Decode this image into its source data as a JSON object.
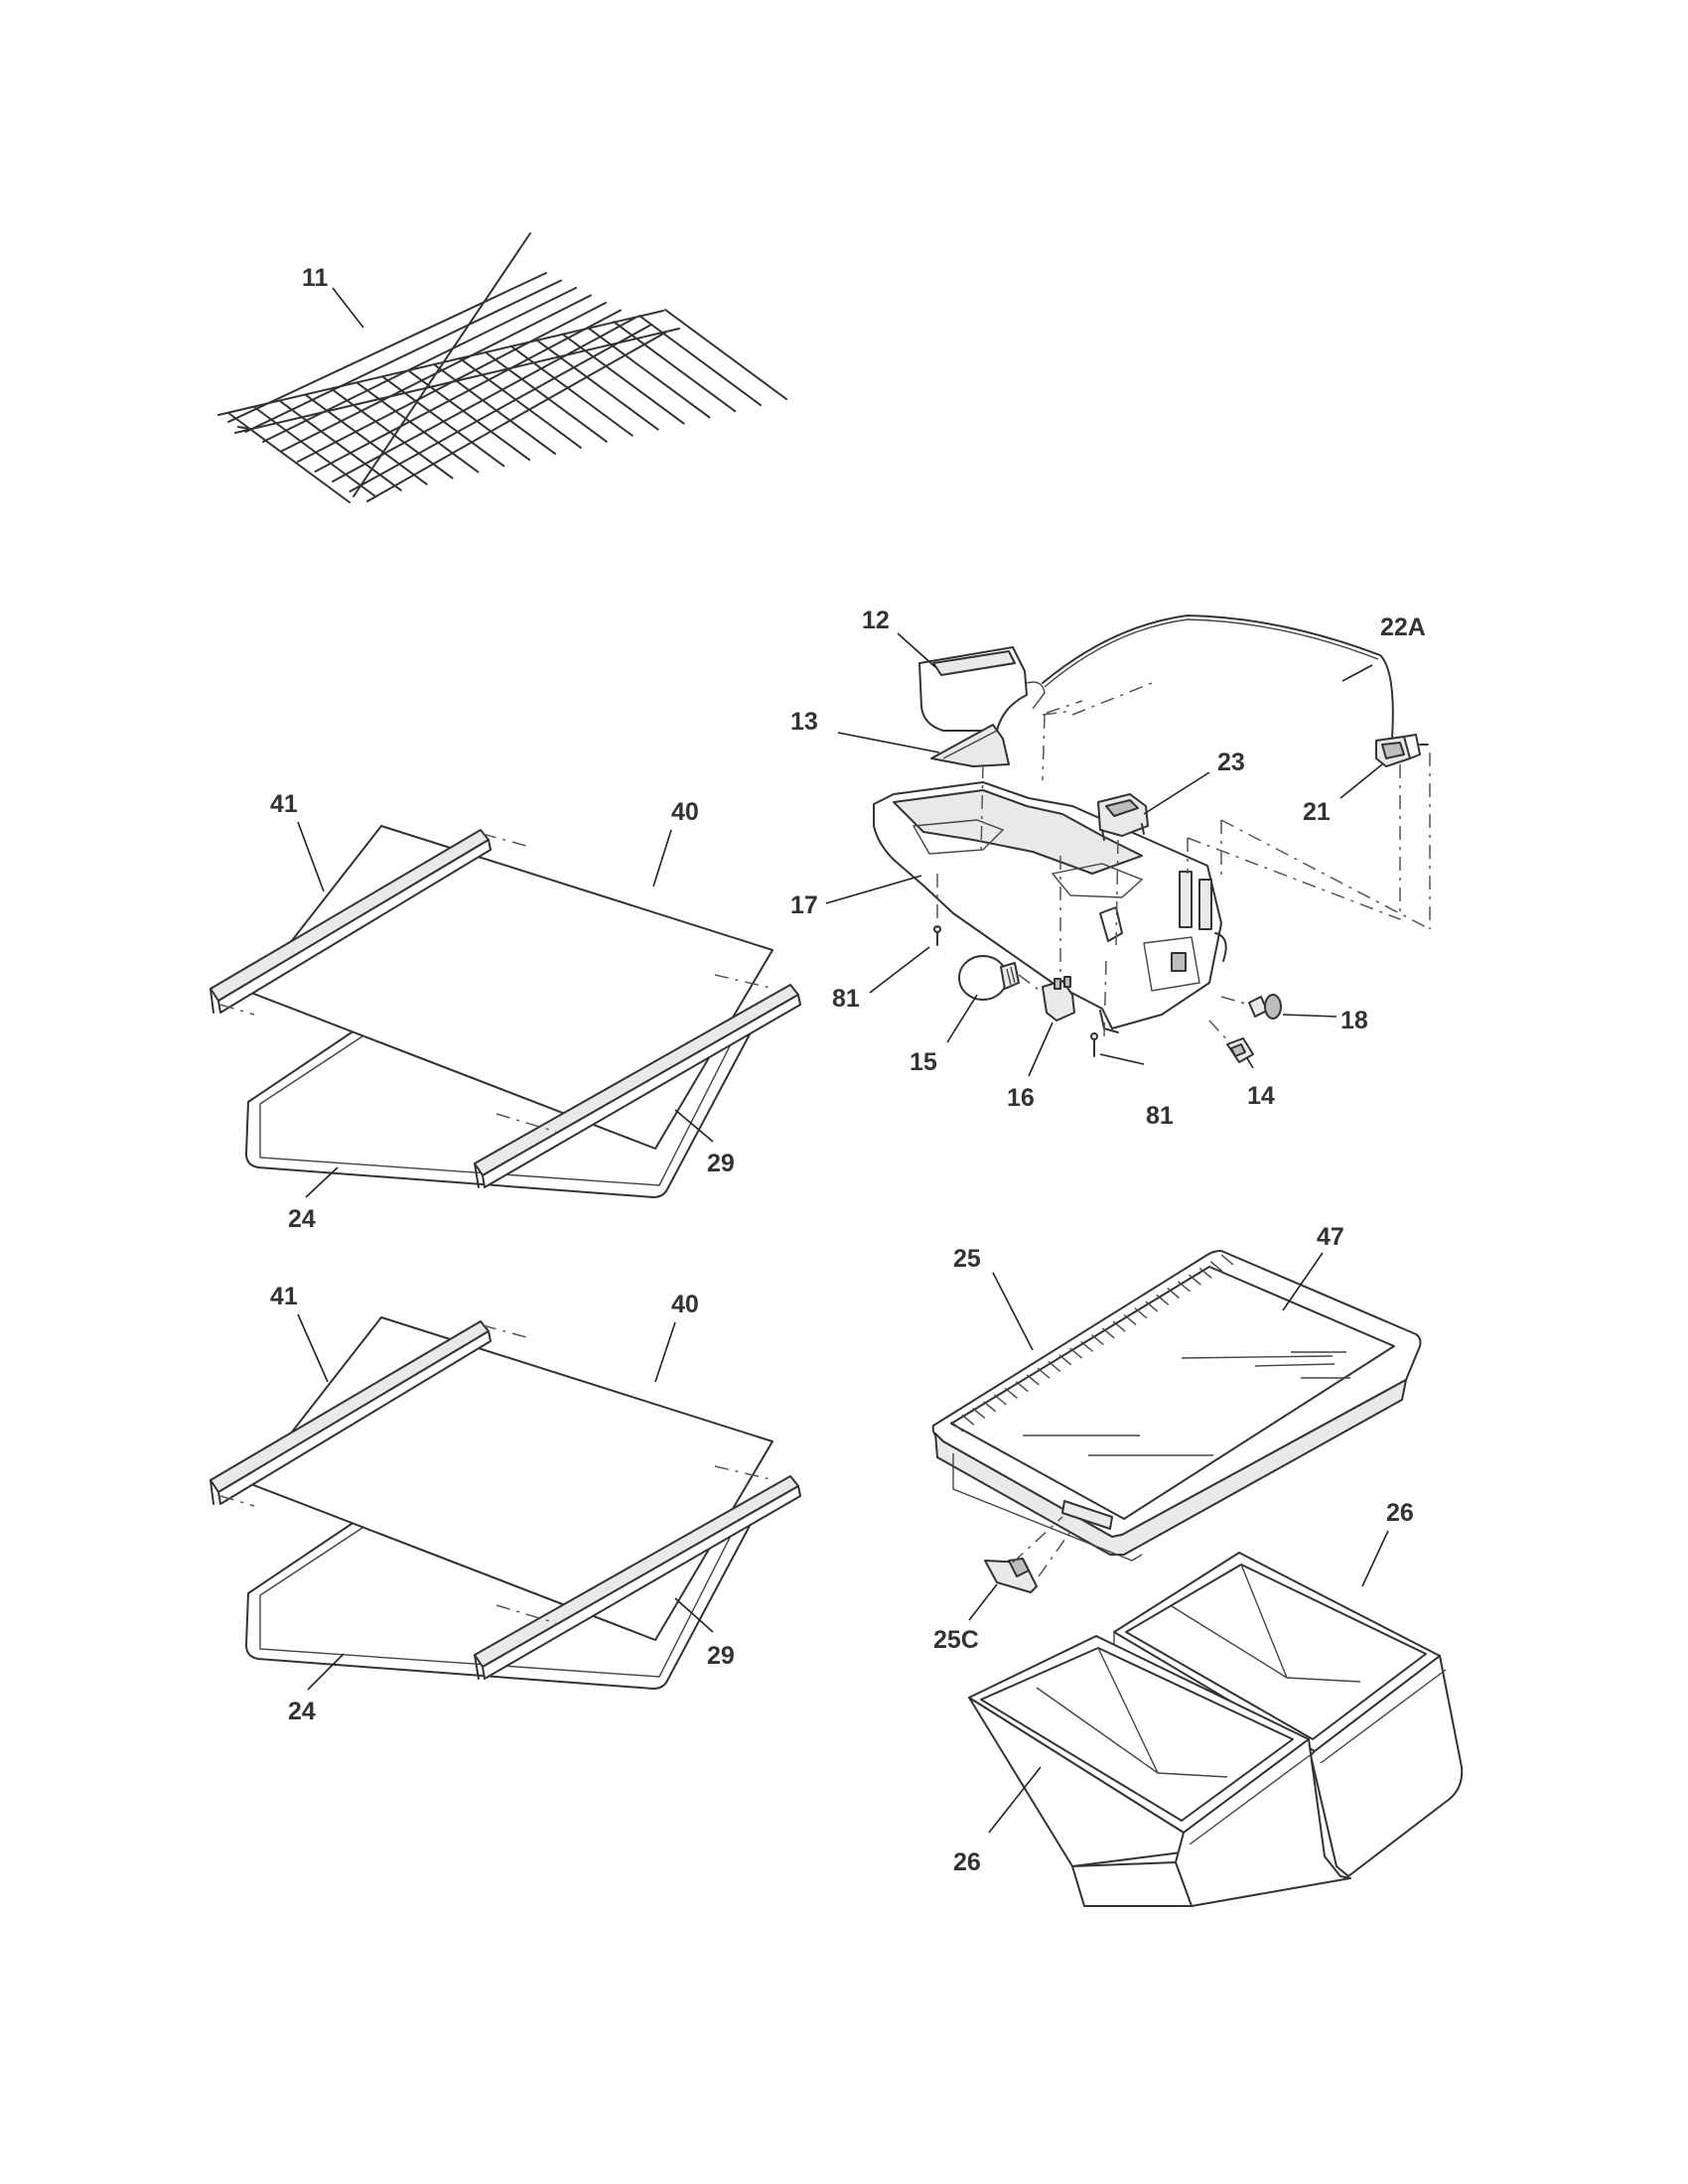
{
  "labels": {
    "p11": "11",
    "p12": "12",
    "p13": "13",
    "p14": "14",
    "p15": "15",
    "p16": "16",
    "p17": "17",
    "p18": "18",
    "p21": "21",
    "p22a": "22A",
    "p23": "23",
    "p24_top": "24",
    "p24_bottom": "24",
    "p25": "25",
    "p25c": "25C",
    "p26_right": "26",
    "p26_left": "26",
    "p29_top": "29",
    "p29_bottom": "29",
    "p40_top": "40",
    "p40_bottom": "40",
    "p41_top": "41",
    "p41_bottom": "41",
    "p47": "47",
    "p81_left": "81",
    "p81_right": "81"
  }
}
